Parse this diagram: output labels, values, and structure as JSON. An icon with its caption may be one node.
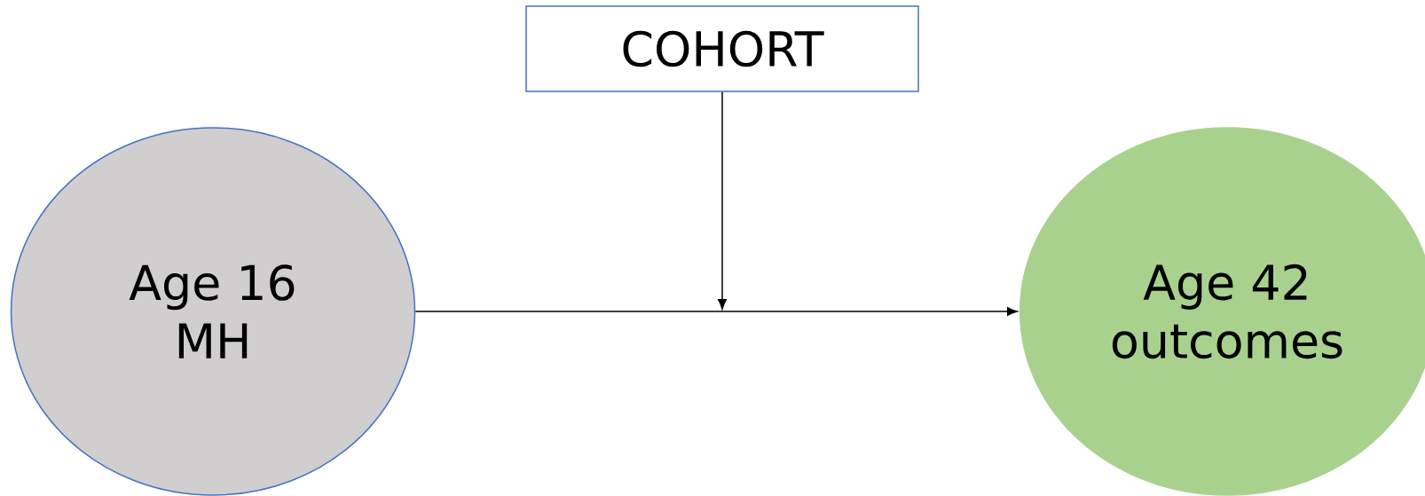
{
  "diagram": {
    "nodes": [
      {
        "text": [
          "COHORT"
        ]
      },
      {
        "text": [
          "Age 16 MH"
        ]
      },
      {
        "text": [
          "Age 42 outcomes"
        ]
      }
    ],
    "edges": [
      {
        "from": 1,
        "to": 2,
        "arrow": "to"
      },
      {
        "from": 0,
        "to": null,
        "arrow": "to"
      }
    ]
  }
}
